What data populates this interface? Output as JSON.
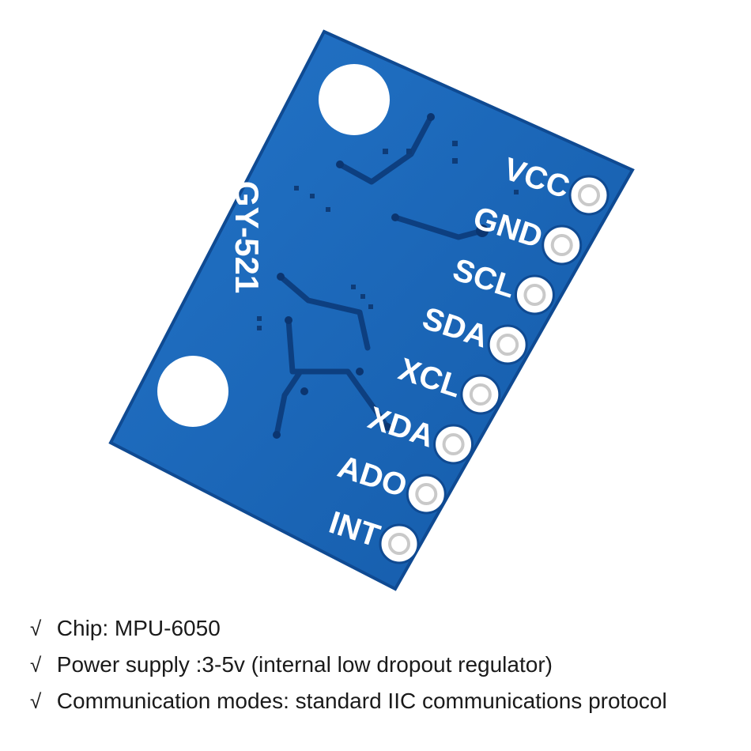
{
  "board": {
    "model_label": "GY-521",
    "pins": [
      "VCC",
      "GND",
      "SCL",
      "SDA",
      "XCL",
      "XDA",
      "ADO",
      "INT"
    ],
    "colors": {
      "pcb": "#1a63b8",
      "pcb_edge": "#0f4a92",
      "trace": "#0d3f80",
      "pad": "#ffffff"
    }
  },
  "specs": {
    "check_icon": "check-icon",
    "items": [
      "Chip: MPU-6050",
      "Power supply :3-5v (internal low dropout regulator)",
      "Communication modes: standard IIC communications protocol"
    ]
  }
}
